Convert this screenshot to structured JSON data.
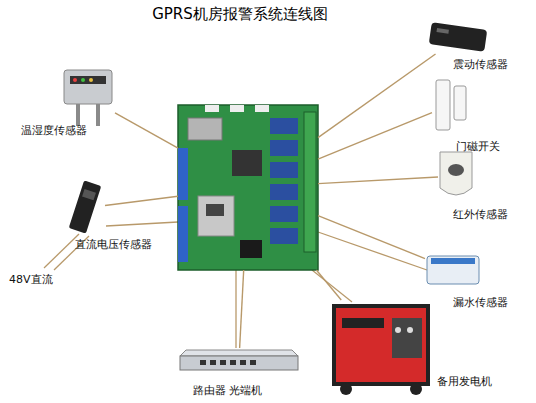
{
  "diagram": {
    "title": "GPRS机房报警系统连线图",
    "nodes": [
      {
        "text": []
      },
      {
        "text": [
          "震动传感器"
        ]
      },
      {
        "text": [
          "温湿度传感器"
        ]
      },
      {
        "text": [
          "门磁开关"
        ]
      },
      {
        "text": [
          "红外传感器"
        ]
      },
      {
        "text": [
          "直流电压传感器"
        ]
      },
      {
        "text": [
          "漏水传感器"
        ]
      },
      {
        "text": [
          "备用发电机"
        ]
      },
      {
        "text": [
          "路由器 光端机"
        ]
      }
    ],
    "edges": [
      {
        "from": 0,
        "to": 1,
        "arrow": "none"
      },
      {
        "from": 0,
        "to": 2,
        "arrow": "none"
      },
      {
        "from": 0,
        "to": 3,
        "arrow": "none"
      },
      {
        "from": 0,
        "to": 4,
        "arrow": "none"
      },
      {
        "from": 0,
        "to": 5,
        "arrow": "none"
      },
      {
        "from": 0,
        "to": 6,
        "arrow": "none"
      },
      {
        "from": 0,
        "to": 7,
        "arrow": "none"
      },
      {
        "from": 0,
        "to": 8,
        "arrow": "none"
      }
    ],
    "labels": [
      "48V直流"
    ]
  }
}
